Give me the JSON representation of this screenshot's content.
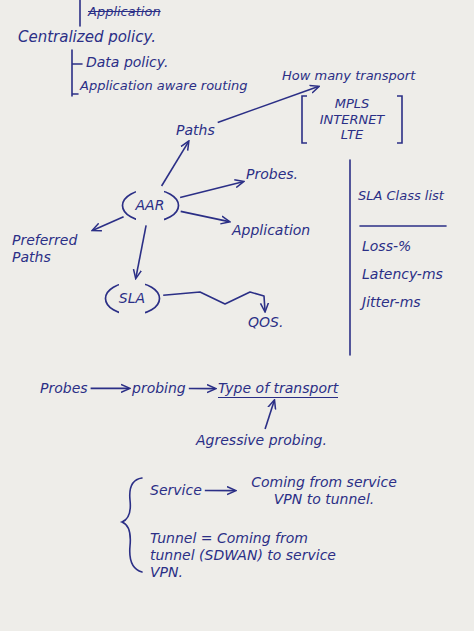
{
  "diagram": {
    "nodes": [
      {
        "text": [
          "How many transport"
        ]
      },
      {
        "text": [
          "MPLS INTERNET LTE"
        ]
      },
      {
        "text": [
          "Paths"
        ]
      },
      {
        "text": [
          "Probes."
        ]
      },
      {
        "text": [
          "AAR"
        ]
      },
      {
        "text": [
          "Application"
        ]
      },
      {
        "text": [
          "Preferred Paths"
        ]
      },
      {
        "text": [
          "SLA"
        ]
      },
      {
        "text": [
          "QOS."
        ]
      },
      {
        "text": [
          "Probes"
        ]
      },
      {
        "text": [
          "probing"
        ]
      },
      {
        "text": [
          "Type of transport"
        ]
      },
      {
        "text": [
          "Agressive probing."
        ]
      },
      {
        "text": [
          "Service"
        ]
      },
      {
        "text": [
          "Coming from service VPN to tunnel."
        ]
      }
    ],
    "edges": [
      {
        "from": 4,
        "to": 2,
        "arrow": "to"
      },
      {
        "from": 2,
        "to": 0,
        "arrow": "to"
      },
      {
        "from": 4,
        "to": 3,
        "arrow": "to"
      },
      {
        "from": 4,
        "to": 5,
        "arrow": "to"
      },
      {
        "from": 4,
        "to": 6,
        "arrow": "to"
      },
      {
        "from": 4,
        "to": 7,
        "arrow": "to"
      },
      {
        "from": 7,
        "to": 8,
        "arrow": "to"
      },
      {
        "from": 9,
        "to": 10,
        "arrow": "to"
      },
      {
        "from": 10,
        "to": 11,
        "arrow": "to"
      },
      {
        "from": 12,
        "to": 11,
        "arrow": "to"
      },
      {
        "from": 13,
        "to": 14,
        "arrow": "to"
      }
    ],
    "labels": [
      "Application",
      "Centralized policy.",
      "Data policy.",
      "Application aware routing",
      "SLA Class list",
      "Loss-%",
      "Latency-ms",
      "Jitter-ms",
      "Tunnel = Coming from tunnel (SDWAN) to service VPN."
    ]
  }
}
